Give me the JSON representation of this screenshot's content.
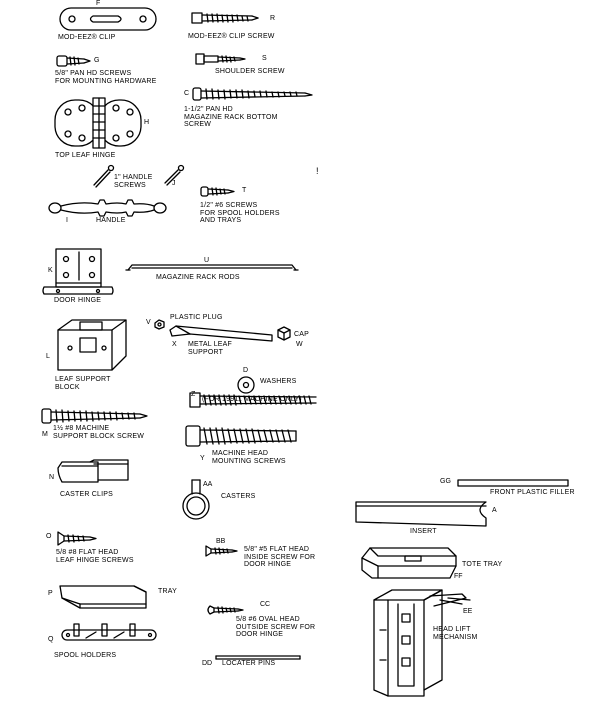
{
  "parts": [
    {
      "id": "F",
      "name": "MOD-EEZ® CLIP"
    },
    {
      "id": "R",
      "name": "MOD-EEZ® CLIP SCREW"
    },
    {
      "id": "G",
      "name": "5/8\" PAN HD SCREWS\nFOR MOUNTING HARDWARE"
    },
    {
      "id": "S",
      "name": "SHOULDER SCREW"
    },
    {
      "id": "C",
      "name": "1-1/2\" PAN HD\nMAGAZINE RACK BOTTOM\nSCREW"
    },
    {
      "id": "H",
      "name": "TOP LEAF HINGE"
    },
    {
      "id": "J",
      "name": "1\" HANDLE\nSCREWS"
    },
    {
      "id": "T",
      "name": "1/2\" #6 SCREWS\nFOR SPOOL HOLDERS\nAND TRAYS"
    },
    {
      "id": "I",
      "name": "HANDLE"
    },
    {
      "id": "K",
      "name": "DOOR HINGE"
    },
    {
      "id": "U",
      "name": "MAGAZINE RACK RODS"
    },
    {
      "id": "V",
      "name": "PLASTIC PLUG"
    },
    {
      "id": "X",
      "name": "METAL LEAF\nSUPPORT"
    },
    {
      "id": "W",
      "name": "CAP"
    },
    {
      "id": "L",
      "name": "LEAF SUPPORT\nBLOCK"
    },
    {
      "id": "D",
      "name": "WASHERS"
    },
    {
      "id": "Z",
      "name": "(FOR 19911 MACHINE ONLY)"
    },
    {
      "id": "M",
      "name": "1½ #8 MACHINE\nSUPPORT BLOCK SCREW"
    },
    {
      "id": "Y",
      "name": "MACHINE HEAD\nMOUNTING SCREWS"
    },
    {
      "id": "N",
      "name": "CASTER CLIPS"
    },
    {
      "id": "AA",
      "name": "CASTERS"
    },
    {
      "id": "GG",
      "name": "FRONT PLASTIC FILLER"
    },
    {
      "id": "A",
      "name": "INSERT"
    },
    {
      "id": "O",
      "name": "5/8 #8 FLAT HEAD\nLEAF HINGE SCREWS"
    },
    {
      "id": "BB",
      "name": "5/8\" #5 FLAT HEAD\nINSIDE SCREW FOR\nDOOR HINGE"
    },
    {
      "id": "FF",
      "name": "TOTE TRAY"
    },
    {
      "id": "P",
      "name": "TRAY"
    },
    {
      "id": "CC",
      "name": "5/8 #6 OVAL HEAD\nOUTSIDE SCREW FOR\nDOOR HINGE"
    },
    {
      "id": "EE",
      "name": "HEAD LIFT\nMECHANISM"
    },
    {
      "id": "Q",
      "name": "SPOOL HOLDERS"
    },
    {
      "id": "DD",
      "name": "LOCATER PINS"
    }
  ],
  "stray_mark": "!"
}
